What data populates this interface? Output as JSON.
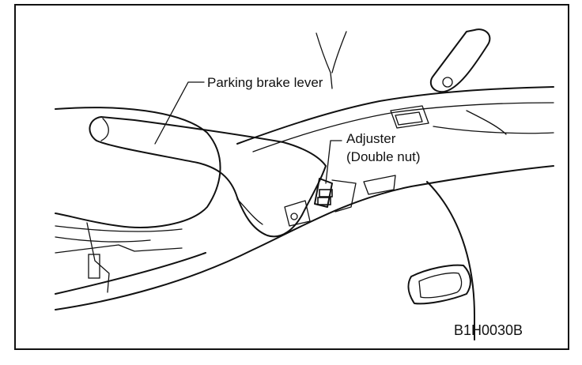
{
  "labels": {
    "lever": "Parking brake lever",
    "adjuster_line1": "Adjuster",
    "adjuster_line2": "(Double nut)"
  },
  "figure_code": "B1H0030B"
}
